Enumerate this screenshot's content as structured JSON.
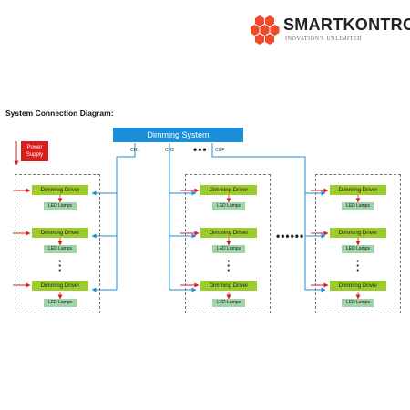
{
  "brand": {
    "name": "SMARTKONTROL",
    "tagline": "INOVATION'S UNLIMITED",
    "logo_icon": "hexagon-cluster-icon",
    "colors": {
      "hex": "#f04a2a"
    }
  },
  "diagram": {
    "heading": "System Connection Diagram:",
    "dimming_system": "Dimming System",
    "channels": [
      "CH1",
      "CH2",
      "CHF"
    ],
    "channel_ellipsis": "•••",
    "power_supply": "Power Supply",
    "driver_label": "Dimming Driver",
    "lamp_label": "LED Lamps",
    "vertical_ellipsis": "⋮",
    "group_ellipsis": "••••••",
    "colors": {
      "dimming_system": "#1c8fd6",
      "driver": "#9ccc2c",
      "lamp": "#9fd4a8",
      "power": "#d91c1c",
      "control_line": "#1c8fd6",
      "power_line": "#d91c1c",
      "arrow_down": "#d91c1c"
    }
  }
}
